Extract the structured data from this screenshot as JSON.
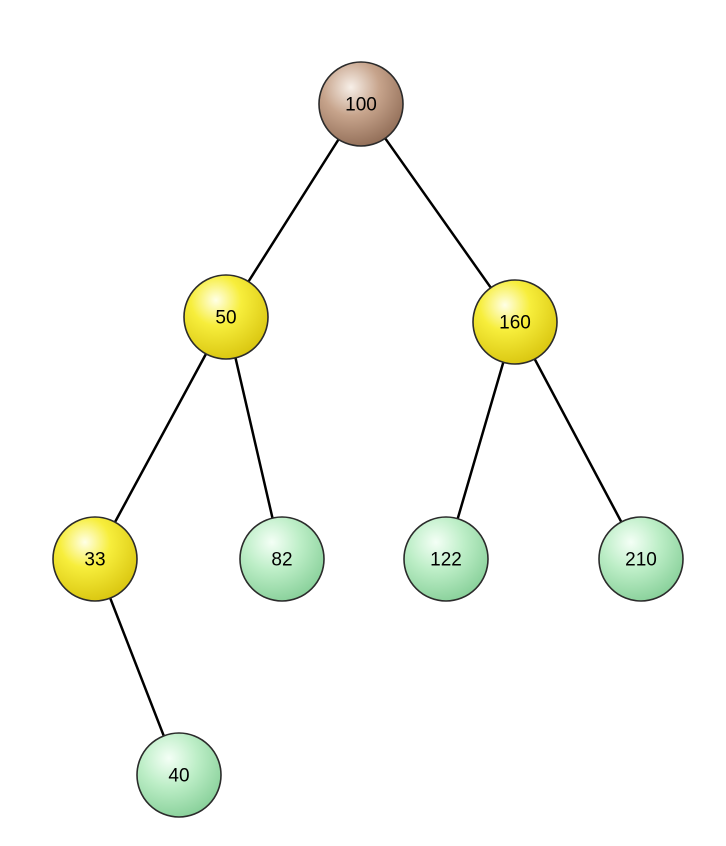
{
  "tree": {
    "colors": {
      "root": "#b8927a",
      "path": "#f2e62a",
      "leaf": "#a8e4b4",
      "edge": "#000000"
    },
    "nodes": [
      {
        "id": "n100",
        "label": "100",
        "kind": "root"
      },
      {
        "id": "n50",
        "label": "50",
        "kind": "path"
      },
      {
        "id": "n160",
        "label": "160",
        "kind": "path"
      },
      {
        "id": "n33",
        "label": "33",
        "kind": "path"
      },
      {
        "id": "n82",
        "label": "82",
        "kind": "leaf"
      },
      {
        "id": "n122",
        "label": "122",
        "kind": "leaf"
      },
      {
        "id": "n210",
        "label": "210",
        "kind": "leaf"
      },
      {
        "id": "n40",
        "label": "40",
        "kind": "leaf"
      }
    ],
    "edges": [
      {
        "from": "n100",
        "to": "n50"
      },
      {
        "from": "n100",
        "to": "n160"
      },
      {
        "from": "n50",
        "to": "n33"
      },
      {
        "from": "n50",
        "to": "n82"
      },
      {
        "from": "n160",
        "to": "n122"
      },
      {
        "from": "n160",
        "to": "n210"
      },
      {
        "from": "n33",
        "to": "n40"
      }
    ]
  }
}
